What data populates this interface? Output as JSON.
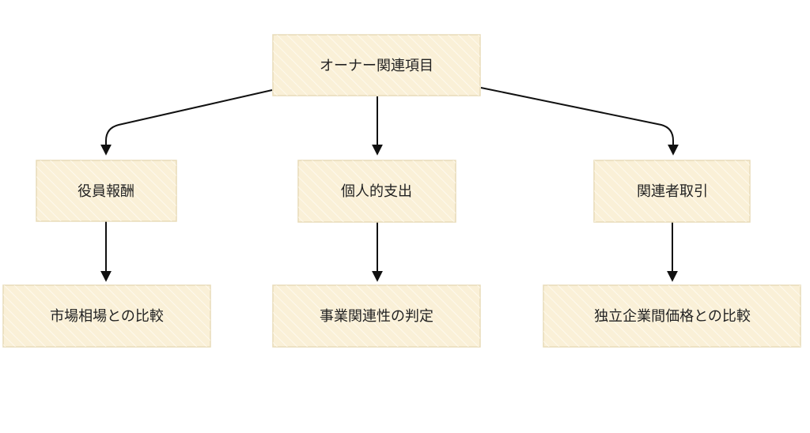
{
  "style": {
    "node_fill": "#faf0d7",
    "node_stroke": "#e8dbb8",
    "hatch": "#ffffff",
    "edge_color": "#111111",
    "text_color": "#222222"
  },
  "diagram": {
    "root": {
      "label": "オーナー関連項目"
    },
    "categories": [
      {
        "label": "役員報酬"
      },
      {
        "label": "個人的支出"
      },
      {
        "label": "関連者取引"
      }
    ],
    "checks": [
      {
        "label": "市場相場との比較"
      },
      {
        "label": "事業関連性の判定"
      },
      {
        "label": "独立企業間価格との比較"
      }
    ]
  }
}
